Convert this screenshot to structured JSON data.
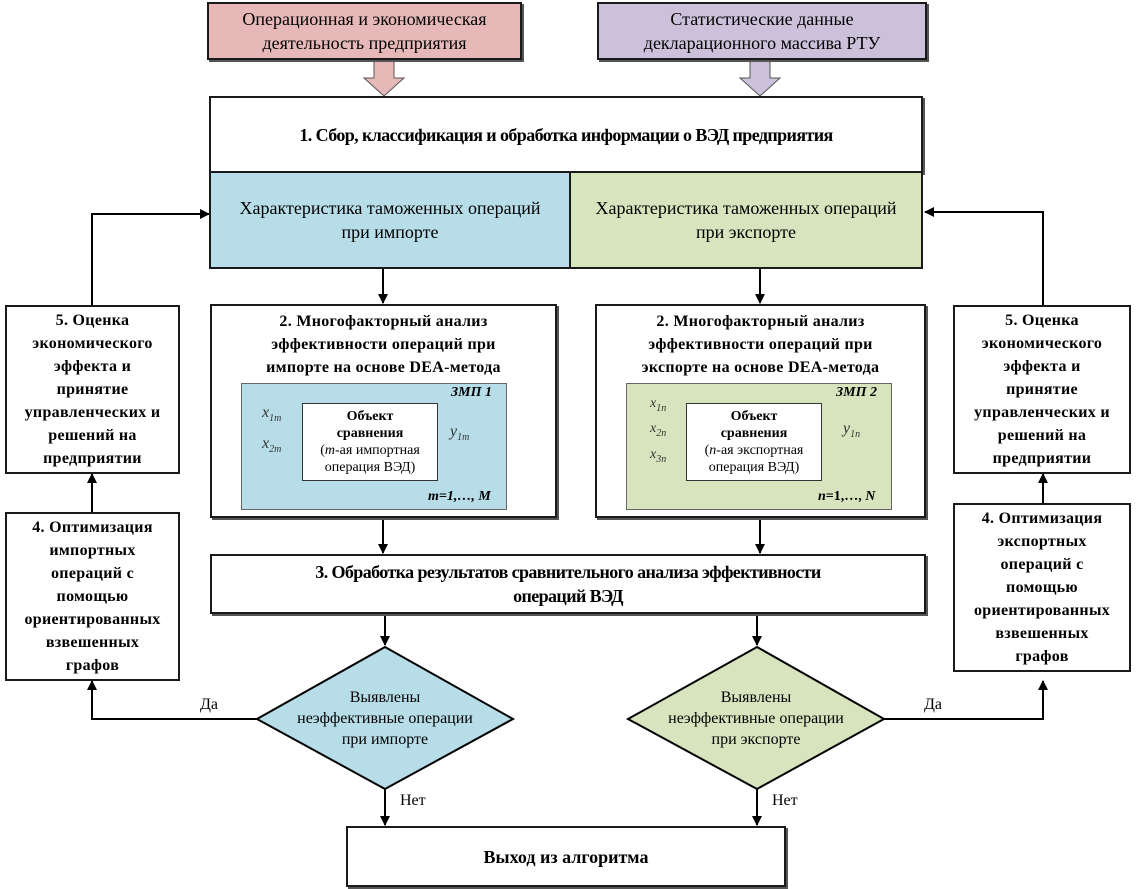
{
  "colors": {
    "source_left": "#e6b9b8",
    "source_right": "#ccc1da",
    "import": "#b7dde8",
    "export": "#d7e4bd",
    "line": "#000000"
  },
  "sources": {
    "left": "Операционная и экономическая деятельность предприятия",
    "left_lines": [
      "Операционная и экономическая",
      "деятельность предприятия"
    ],
    "right_lines": [
      "Статистические данные",
      "декларационного массива РТУ"
    ]
  },
  "step1": {
    "title": "1. Сбор, классификация и обработка информации о ВЭД предприятия",
    "import_lines": [
      "Характеристика таможенных операций",
      "при импорте"
    ],
    "export_lines": [
      "Характеристика таможенных операций",
      "при экспорте"
    ]
  },
  "step2_import": {
    "title_lines": [
      "2. Многофакторный анализ",
      "эффективности операций при",
      "импорте на основе DEA-метода"
    ],
    "model_label": "ЗМП 1",
    "object_lines": [
      "Объект",
      "сравнения"
    ],
    "object_italic": "m",
    "object_sub_lines": [
      "-ая импортная",
      "операция ВЭД)"
    ],
    "inputs": [
      {
        "base": "x",
        "sub": "1m"
      },
      {
        "base": "x",
        "sub": "2m"
      }
    ],
    "output": {
      "base": "y",
      "sub": "1m"
    },
    "range": "m=1,…, M"
  },
  "step2_export": {
    "title_lines": [
      "2. Многофакторный анализ",
      "эффективности операций при",
      "экспорте на основе DEA-метода"
    ],
    "model_label": "ЗМП 2",
    "object_lines": [
      "Объект",
      "сравнения"
    ],
    "object_italic": "n",
    "object_sub_lines": [
      "-ая экспортная",
      "операция ВЭД)"
    ],
    "inputs": [
      {
        "base": "x",
        "sub": "1n"
      },
      {
        "base": "x",
        "sub": "2n"
      },
      {
        "base": "x",
        "sub": "3n"
      }
    ],
    "output": {
      "base": "y",
      "sub": "1n"
    },
    "range_italic": "n",
    "range_rest": "=1,…, ",
    "range_end": "N"
  },
  "step3": {
    "title_lines": [
      "3. Обработка результатов сравнительного анализа эффективности",
      "операций ВЭД"
    ]
  },
  "decision_import": {
    "lines": [
      "Выявлены",
      "неэффективные операции",
      "при импорте"
    ],
    "yes": "Да",
    "no": "Нет"
  },
  "decision_export": {
    "lines": [
      "Выявлены",
      "неэффективные операции",
      "при экспорте"
    ],
    "yes": "Да",
    "no": "Нет"
  },
  "step4_import": {
    "lines": [
      "4. Оптимизация",
      "импортных",
      "операций с",
      "помощью",
      "ориентированных",
      "взвешенных",
      "графов"
    ]
  },
  "step4_export": {
    "lines": [
      "4. Оптимизация",
      "экспортных",
      "операций с",
      "помощью",
      "ориентированных",
      "взвешенных",
      "графов"
    ]
  },
  "step5_left": {
    "lines": [
      "5. Оценка",
      "экономического",
      "эффекта и",
      "принятие",
      "управленческих и",
      "решений на",
      "предприятии"
    ]
  },
  "step5_right": {
    "lines": [
      "5. Оценка",
      "экономического",
      "эффекта и",
      "принятие",
      "управленческих и",
      "решений на",
      "предприятии"
    ]
  },
  "exit": {
    "label": "Выход из алгоритма"
  }
}
